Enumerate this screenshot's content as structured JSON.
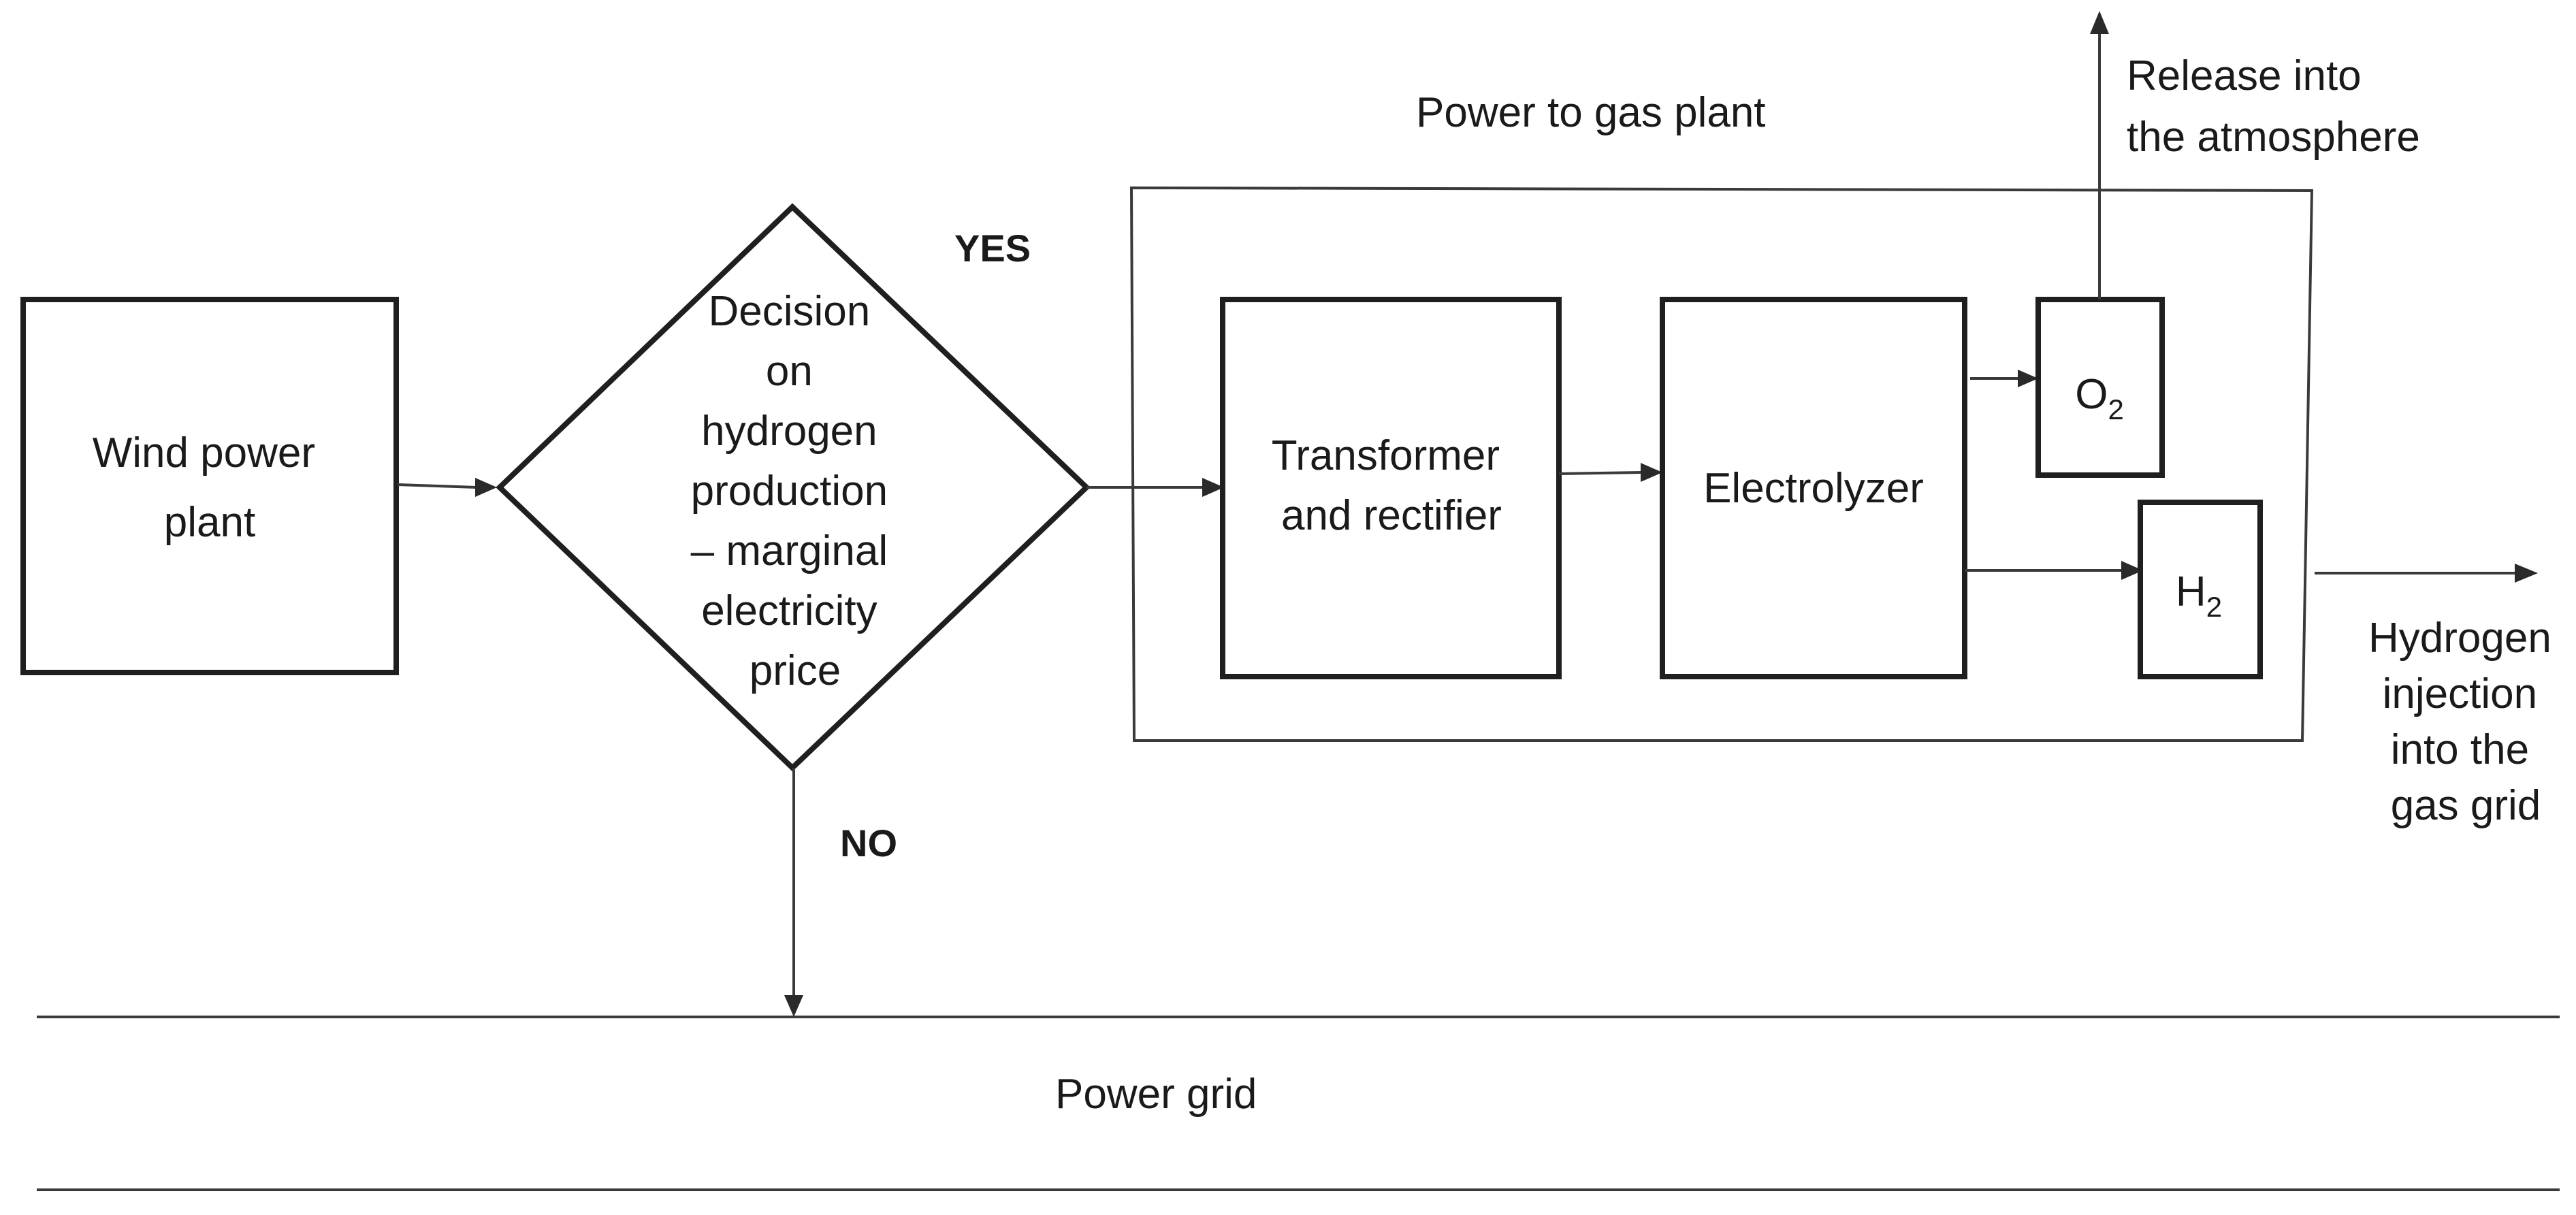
{
  "wind_power_plant": [
    "Wind power",
    "plant"
  ],
  "decision": [
    "Decision",
    "on",
    "hydrogen",
    "production",
    "– marginal",
    "electricity",
    "price"
  ],
  "yes_label": "YES",
  "no_label": "NO",
  "power_to_gas_plant": "Power to gas plant",
  "transformer": [
    "Transformer",
    "and rectifier"
  ],
  "electrolyzer": "Electrolyzer",
  "oxygen": {
    "base": "O",
    "subscript": "2"
  },
  "hydrogen": {
    "base": "H",
    "subscript": "2"
  },
  "release": [
    "Release into",
    "the atmosphere"
  ],
  "injection": [
    "Hydrogen",
    "injection",
    "into the",
    "gas grid"
  ],
  "power_grid": "Power grid"
}
